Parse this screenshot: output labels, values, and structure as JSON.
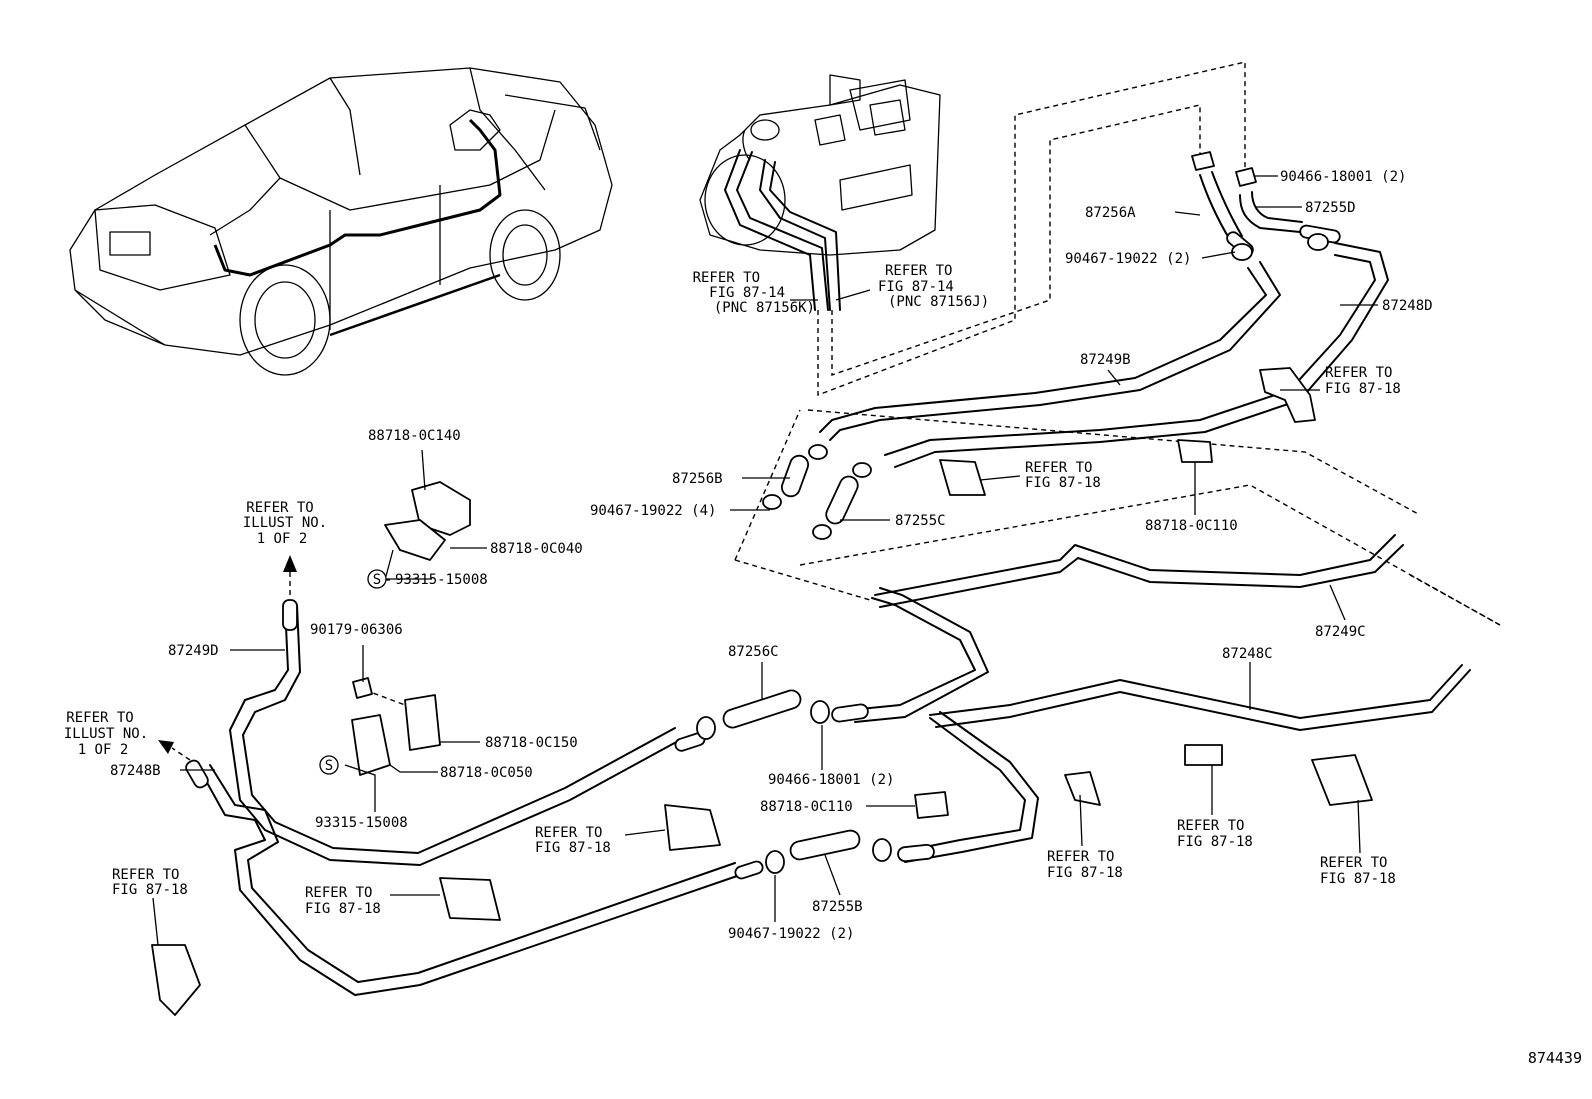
{
  "figure_number": "874439",
  "callouts": {
    "c90466_top": "90466-18001 (2)",
    "c87256A": "87256A",
    "c87255D": "87255D",
    "c90467_top": "90467-19022 (2)",
    "c87248D": "87248D",
    "c87249B": "87249B",
    "refer_fig87_14_left": [
      "REFER TO",
      "FIG 87-14",
      "(PNC 87156K)"
    ],
    "refer_fig87_14_right": [
      "REFER TO",
      "FIG 87-14",
      "(PNC 87156J)"
    ],
    "refer_fig87_18_a": [
      "REFER TO",
      "FIG 87-18"
    ],
    "c88718_0C140": "88718-0C140",
    "c88718_0C040": "88718-0C040",
    "c93315_a": "93315-15008",
    "refer_illust_top": [
      "REFER TO",
      "ILLUST NO.",
      "1 OF 2"
    ],
    "c87256B": "87256B",
    "c90467_4": "90467-19022 (4)",
    "c87255C": "87255C",
    "refer_fig87_18_b": [
      "REFER TO",
      "FIG 87-18"
    ],
    "c88718_0C110_a": "88718-0C110",
    "c87249C": "87249C",
    "c87249D": "87249D",
    "c90179": "90179-06306",
    "c87256C": "87256C",
    "c87248C": "87248C",
    "c88718_0C150": "88718-0C150",
    "c88718_0C050": "88718-0C050",
    "c93315_b": "93315-15008",
    "refer_illust_left": [
      "REFER TO",
      "ILLUST NO.",
      "1 OF 2"
    ],
    "c87248B": "87248B",
    "c90466_mid": "90466-18001 (2)",
    "c88718_0C110_b": "88718-0C110",
    "refer_fig87_18_c": [
      "REFER TO",
      "FIG 87-18"
    ],
    "c87255B": "87255B",
    "c90467_bottom": "90467-19022 (2)",
    "refer_fig87_18_d": [
      "REFER TO",
      "FIG 87-18"
    ],
    "refer_fig87_18_e": [
      "REFER TO",
      "FIG 87-18"
    ],
    "refer_fig87_18_f": [
      "REFER TO",
      "FIG 87-18"
    ],
    "refer_fig87_18_g": [
      "REFER TO",
      "FIG 87-18"
    ],
    "refer_fig87_18_h": [
      "REFER TO",
      "FIG 87-18"
    ],
    "screw_symbol": "S"
  }
}
